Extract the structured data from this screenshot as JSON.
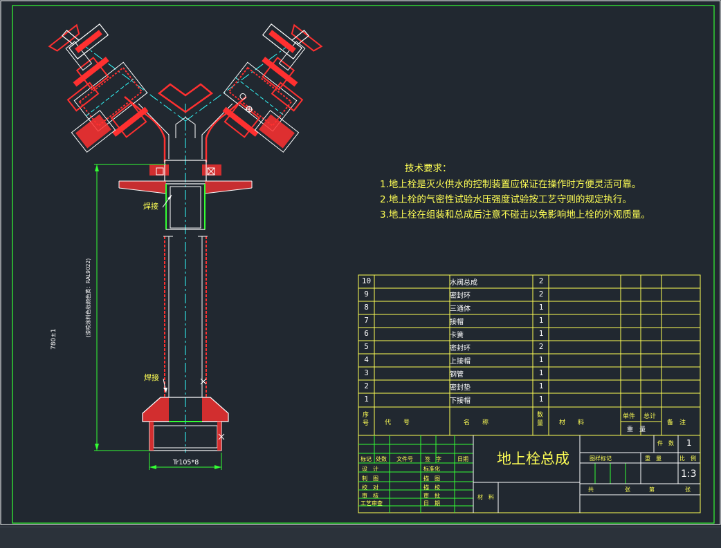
{
  "drawing": {
    "title": "地上栓总成",
    "scale": "1:3",
    "sheets_count": "1"
  },
  "tech_requirements": {
    "heading": "技术要求：",
    "items": [
      "1.地上栓是灭火供水的控制装置应保证在操作时方便灵活可靠。",
      "2.地上栓的气密性试验水压强度试验按工艺守则的规定执行。",
      "3.地上栓在组装和总成后注意不碰击以免影响地上栓的外观质量。"
    ]
  },
  "annotations": {
    "weld_label_top": "焊接",
    "weld_label_bottom": "焊接",
    "dim_height": "780±1",
    "dim_height_note": "(漆喷涂料色标颜色黄：RAL9022)",
    "dim_thread": "Tr105*8"
  },
  "bom": {
    "rows": [
      {
        "no": "10",
        "name": "水阀总成",
        "qty": "2"
      },
      {
        "no": "9",
        "name": "密封环",
        "qty": "2"
      },
      {
        "no": "8",
        "name": "三通体",
        "qty": "1"
      },
      {
        "no": "7",
        "name": "接帽",
        "qty": "1"
      },
      {
        "no": "6",
        "name": "卡簧",
        "qty": "1"
      },
      {
        "no": "5",
        "name": "密封环",
        "qty": "2"
      },
      {
        "no": "4",
        "name": "上接帽",
        "qty": "1"
      },
      {
        "no": "3",
        "name": "钢管",
        "qty": "1"
      },
      {
        "no": "2",
        "name": "密封垫",
        "qty": "1"
      },
      {
        "no": "1",
        "name": "下接帽",
        "qty": "1"
      }
    ],
    "header": {
      "no": "序号",
      "code": "代　　号",
      "name": "名　　称",
      "qty": "数量",
      "material": "材　　料",
      "unit_weight": "单件",
      "total_weight": "总计",
      "weight": "重　量",
      "remark": "备　注"
    }
  },
  "title_block": {
    "rev_labels": [
      "标记",
      "处数",
      "文件号",
      "签　字",
      "日期"
    ],
    "roles_left": [
      "设　计",
      "制　图",
      "校　对",
      "审　核",
      "工艺审查"
    ],
    "roles_right": [
      "标准化",
      "描　图",
      "描　校",
      "审　批",
      "日　期"
    ],
    "material_label": "材　料",
    "stage_labels": [
      "图样标记",
      "重　量",
      "比　例"
    ],
    "sheet_labels": [
      "共",
      "张",
      "第",
      "张"
    ],
    "pieces_label": "件　数"
  },
  "colors": {
    "background": "#212830",
    "outline_white": "#ffffff",
    "section_red": "#ff3030",
    "dim_green": "#33ff33",
    "text_yellow": "#ffff55",
    "center_cyan": "#33ffff"
  }
}
